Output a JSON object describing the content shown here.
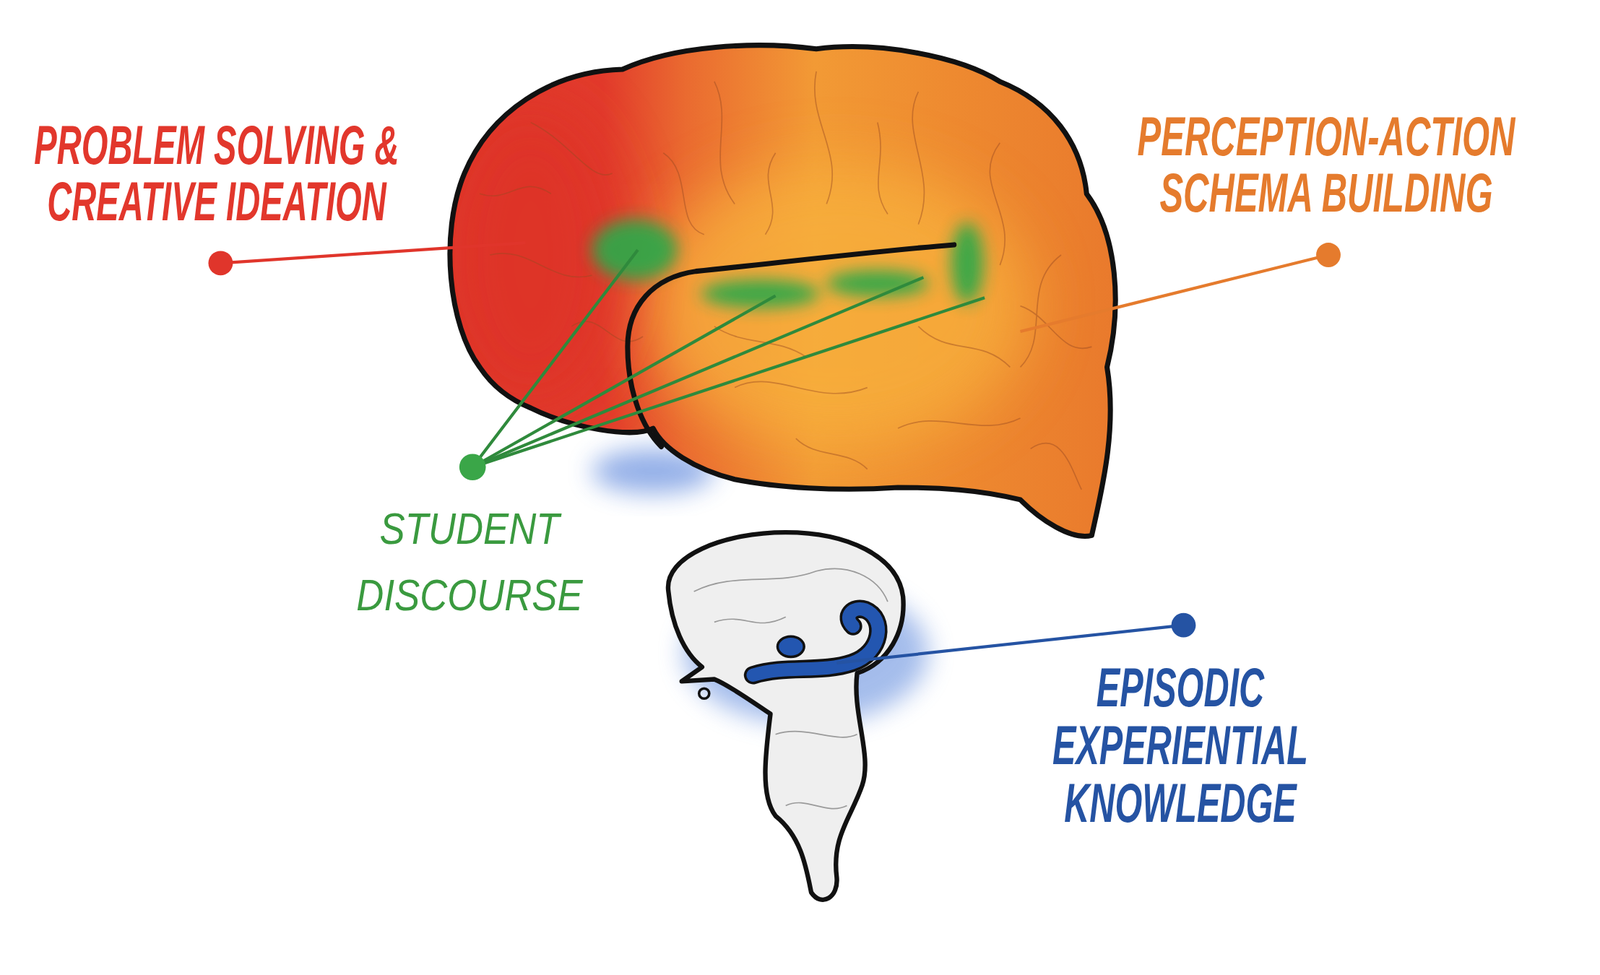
{
  "diagram": {
    "labels": [
      "PROBLEM SOLVING & CREATIVE IDEATION",
      "PERCEPTION-ACTION SCHEMA BUILDING",
      "STUDENT DISCOURSE",
      "EPISODIC EXPERIENTIAL KNOWLEDGE"
    ]
  }
}
